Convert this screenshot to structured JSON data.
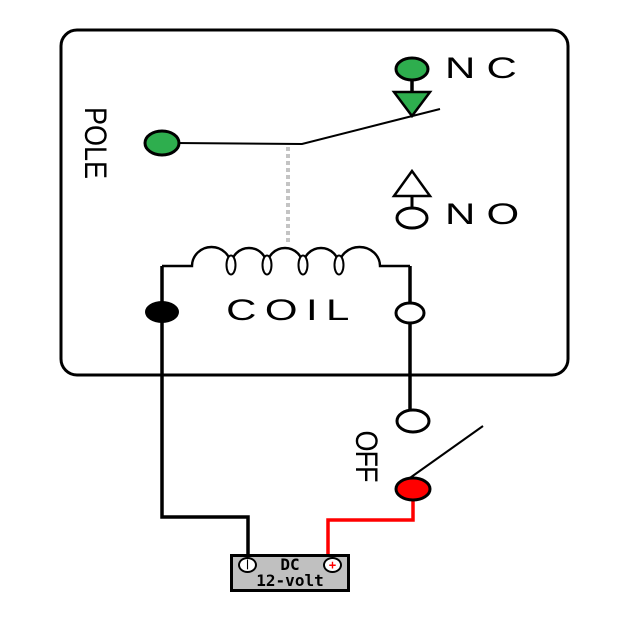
{
  "diagram": {
    "relay": {
      "pole_label": "POLE",
      "nc_label": "NC",
      "no_label": "NO",
      "coil_label": "COIL"
    },
    "switch": {
      "off_label": "OFF"
    },
    "battery": {
      "type_label": "DC",
      "voltage_label": "12-volt",
      "positive_symbol": "+",
      "negative_symbol": "|"
    },
    "colors": {
      "terminal_green": "#2eae4e",
      "terminal_red": "#ff0000",
      "wire_red": "#ff0000",
      "wire_black": "#000000",
      "battery_gray": "#c0c0c0",
      "dashed_link_gray": "#c4c4c4"
    }
  }
}
